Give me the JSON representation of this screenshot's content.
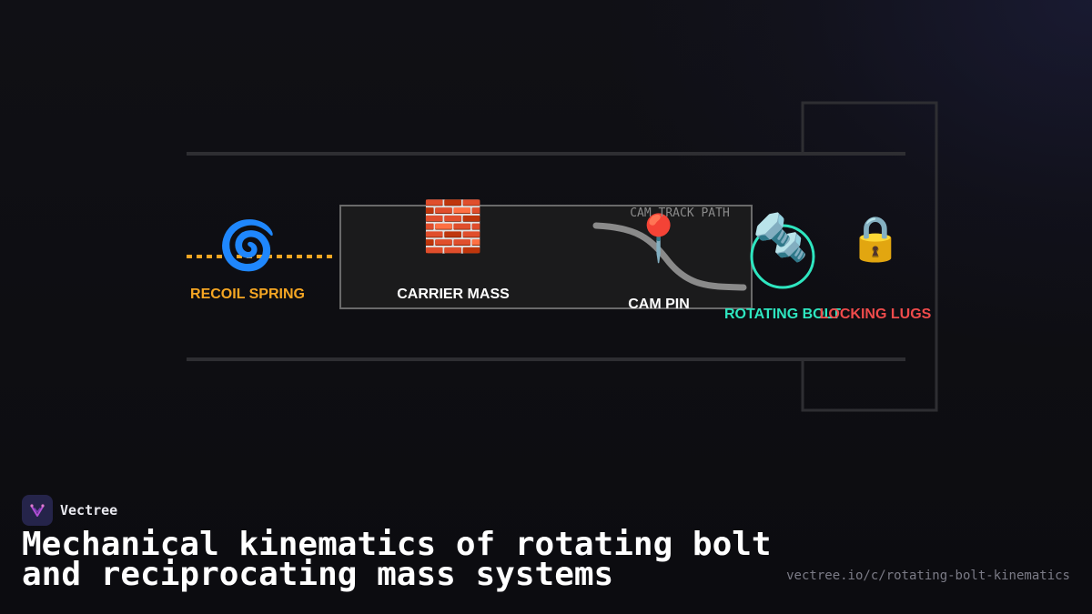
{
  "diagram": {
    "labels": {
      "recoil_spring": "RECOIL SPRING",
      "carrier_mass": "CARRIER MASS",
      "cam_track_path": "CAM TRACK PATH",
      "cam_pin": "CAM PIN",
      "rotating_bolt": "ROTATING BOLT",
      "locking_lugs": "LOCKING LUGS"
    },
    "icons": {
      "recoil_spring": "🌀",
      "carrier_mass": "🧱",
      "cam_pin": "📍",
      "rotating_bolt": "🔩",
      "locking_lugs": "🔒"
    },
    "colors": {
      "recoil_spring": "#f5a623",
      "carrier_mass": "#ffffff",
      "cam_pin": "#ffffff",
      "rotating_bolt": "#2ee6c0",
      "locking_lugs": "#ef4b4b",
      "cam_track": "#8a8a8a"
    }
  },
  "brand": {
    "name": "Vectree"
  },
  "headline": {
    "line1": "Mechanical kinematics of rotating bolt",
    "line2": "and reciprocating mass systems"
  },
  "url": "vectree.io/c/rotating-bolt-kinematics"
}
